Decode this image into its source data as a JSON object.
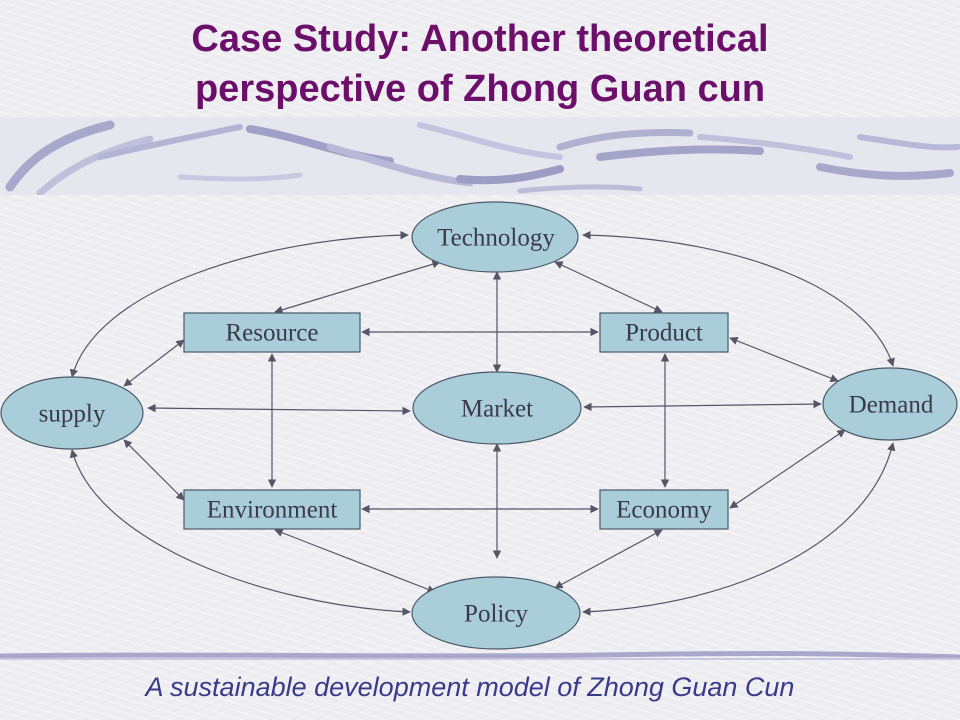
{
  "slide": {
    "title_line1": "Case Study: Another theoretical",
    "title_line2": "perspective of Zhong Guan cun",
    "caption": "A sustainable development model of Zhong Guan Cun"
  },
  "diagram": {
    "nodes": {
      "technology": "Technology",
      "resource": "Resource",
      "product": "Product",
      "supply": "supply",
      "market": "Market",
      "demand": "Demand",
      "environment": "Environment",
      "economy": "Economy",
      "policy": "Policy"
    },
    "edges": [
      [
        "supply",
        "technology"
      ],
      [
        "technology",
        "demand"
      ],
      [
        "technology",
        "resource"
      ],
      [
        "technology",
        "product"
      ],
      [
        "technology",
        "market"
      ],
      [
        "resource",
        "product"
      ],
      [
        "resource",
        "supply"
      ],
      [
        "resource",
        "environment"
      ],
      [
        "product",
        "demand"
      ],
      [
        "product",
        "economy"
      ],
      [
        "supply",
        "market"
      ],
      [
        "market",
        "demand"
      ],
      [
        "market",
        "policy"
      ],
      [
        "supply",
        "environment"
      ],
      [
        "supply",
        "policy"
      ],
      [
        "environment",
        "economy"
      ],
      [
        "environment",
        "policy"
      ],
      [
        "economy",
        "policy"
      ],
      [
        "economy",
        "demand"
      ],
      [
        "demand",
        "policy"
      ]
    ],
    "colors": {
      "node_fill": "#a9cdd9",
      "node_stroke": "#4a5a68",
      "edge": "#555566"
    }
  }
}
